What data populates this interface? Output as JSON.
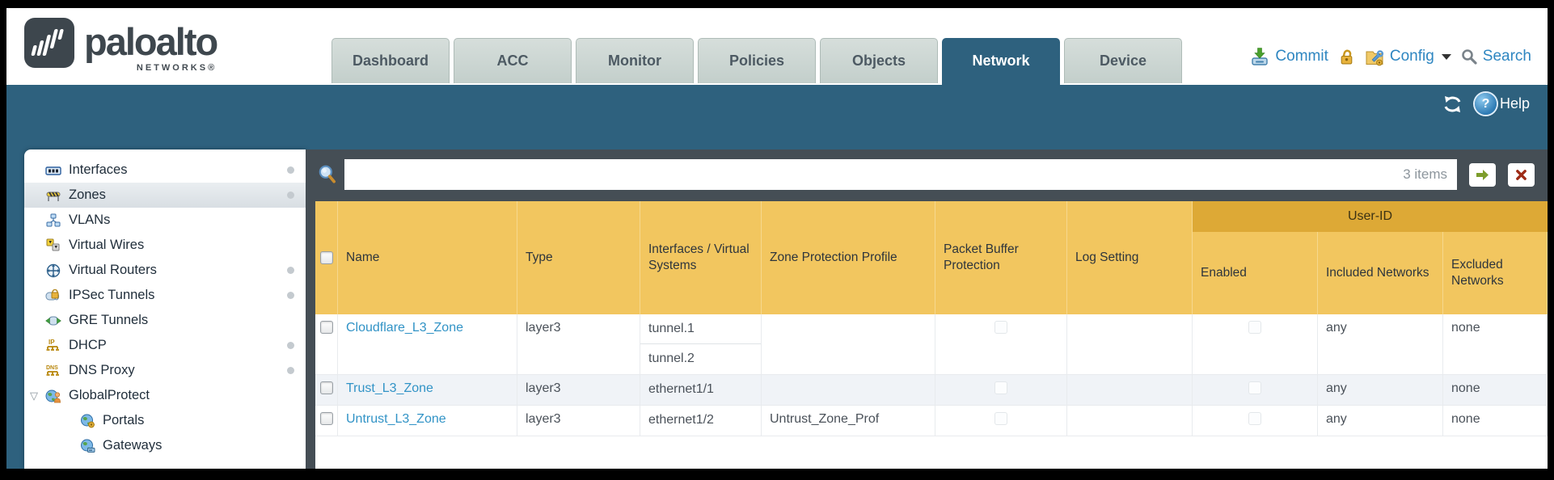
{
  "header": {
    "logo": {
      "brand": "paloalto",
      "sub": "NETWORKS®"
    },
    "tabs": [
      {
        "label": "Dashboard",
        "active": false
      },
      {
        "label": "ACC",
        "active": false
      },
      {
        "label": "Monitor",
        "active": false
      },
      {
        "label": "Policies",
        "active": false
      },
      {
        "label": "Objects",
        "active": false
      },
      {
        "label": "Network",
        "active": true
      },
      {
        "label": "Device",
        "active": false
      }
    ],
    "actions": {
      "commit": "Commit",
      "config": "Config",
      "search": "Search"
    }
  },
  "toolbar": {
    "help_label": "Help"
  },
  "sidebar": {
    "items": [
      {
        "label": "Interfaces",
        "icon": "interfaces-icon",
        "dot": true
      },
      {
        "label": "Zones",
        "icon": "zones-icon",
        "dot": true,
        "selected": true
      },
      {
        "label": "VLANs",
        "icon": "vlans-icon"
      },
      {
        "label": "Virtual Wires",
        "icon": "virtual-wires-icon"
      },
      {
        "label": "Virtual Routers",
        "icon": "virtual-routers-icon",
        "dot": true
      },
      {
        "label": "IPSec Tunnels",
        "icon": "ipsec-tunnels-icon",
        "dot": true
      },
      {
        "label": "GRE Tunnels",
        "icon": "gre-tunnels-icon"
      },
      {
        "label": "DHCP",
        "icon": "dhcp-icon",
        "dot": true
      },
      {
        "label": "DNS Proxy",
        "icon": "dns-proxy-icon",
        "dot": true
      },
      {
        "label": "GlobalProtect",
        "icon": "globalprotect-icon",
        "expandable": true
      },
      {
        "label": "Portals",
        "icon": "portals-icon",
        "child": true
      },
      {
        "label": "Gateways",
        "icon": "gateways-icon",
        "child": true
      }
    ]
  },
  "filterbar": {
    "value": "",
    "count": "3 items"
  },
  "table": {
    "group_header": "User-ID",
    "columns": [
      "Name",
      "Type",
      "Interfaces / Virtual Systems",
      "Zone Protection Profile",
      "Packet Buffer Protection",
      "Log Setting",
      "Enabled",
      "Included Networks",
      "Excluded Networks"
    ],
    "rows": [
      {
        "name": "Cloudflare_L3_Zone",
        "type": "layer3",
        "interfaces": [
          "tunnel.1",
          "tunnel.2"
        ],
        "zone_protection_profile": "",
        "log_setting": "",
        "included_networks": "any",
        "excluded_networks": "none"
      },
      {
        "name": "Trust_L3_Zone",
        "type": "layer3",
        "interfaces": [
          "ethernet1/1"
        ],
        "zone_protection_profile": "",
        "log_setting": "",
        "included_networks": "any",
        "excluded_networks": "none"
      },
      {
        "name": "Untrust_L3_Zone",
        "type": "layer3",
        "interfaces": [
          "ethernet1/2"
        ],
        "zone_protection_profile": "Untrust_Zone_Prof",
        "log_setting": "",
        "included_networks": "any",
        "excluded_networks": "none"
      }
    ]
  },
  "colors": {
    "teal_band": "#2e617e",
    "slate_panel": "#454e55",
    "table_header": "#f2c65f",
    "user_id_band": "#dda936",
    "link_blue": "#3193c6",
    "action_blue": "#2e86c1"
  }
}
